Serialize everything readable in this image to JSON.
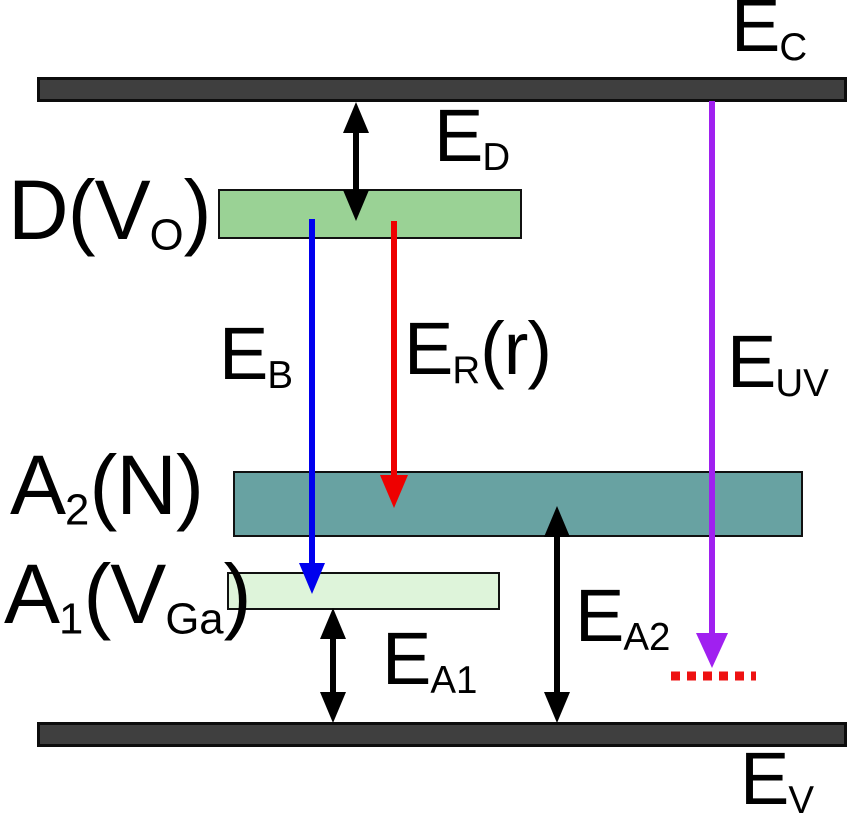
{
  "labels": {
    "conduction_band": {
      "base": "E",
      "sub": "C"
    },
    "valence_band": {
      "base": "E",
      "sub": "V"
    },
    "donor": {
      "p0": "D(V",
      "s0": "O",
      "p1": ")"
    },
    "acceptor2": {
      "p0": "A",
      "s0": "2",
      "p1": "(N)"
    },
    "acceptor1": {
      "p0": "A",
      "s0": "1",
      "p1": "(V",
      "s1": "Ga",
      "p2": ")"
    },
    "ed": {
      "base": "E",
      "sub": "D"
    },
    "eb": {
      "base": "E",
      "sub": "B"
    },
    "er": {
      "p0": "E",
      "s0": "R",
      "p1": "(r)"
    },
    "euv": {
      "base": "E",
      "sub": "UV"
    },
    "ea1": {
      "base": "E",
      "sub": "A1"
    },
    "ea2": {
      "base": "E",
      "sub": "A2"
    }
  },
  "colors": {
    "background": "#ffffff",
    "text": "#000000",
    "band-fill": "#3f3f3f",
    "band-border": "#0d0d0d",
    "donor-fill": "#9ad295",
    "acceptor2-fill": "#68a2a2",
    "acceptor1-fill": "#def4da",
    "level-border": "#111111",
    "arrow-black": "#000000",
    "arrow-blue": "#0000ee",
    "arrow-red": "#ee0000",
    "arrow-purple": "#a020f0",
    "dotted-red": "#ee1111"
  }
}
